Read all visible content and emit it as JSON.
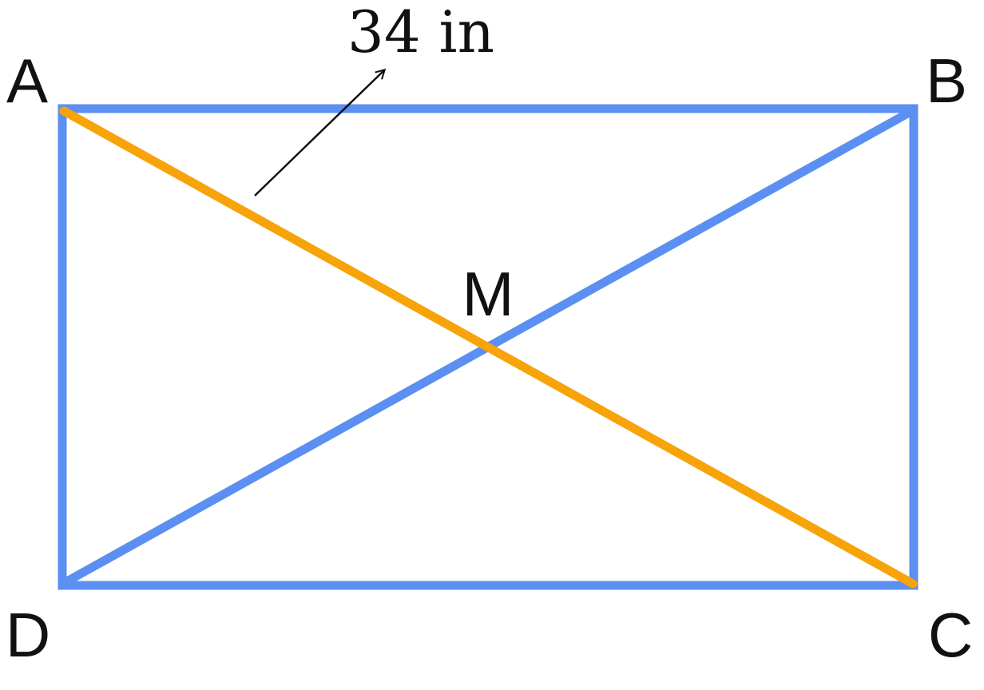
{
  "figure": {
    "labels": {
      "A": "A",
      "B": "B",
      "C": "C",
      "D": "D",
      "M": "M"
    },
    "measurement": "34 in",
    "colors": {
      "rectangle": "#5b8ff2",
      "diagonal_bd": "#5b8ff2",
      "diagonal_ac": "#f7a30a",
      "arrow": "#111111",
      "text": "#111111",
      "background": "#ffffff"
    }
  }
}
